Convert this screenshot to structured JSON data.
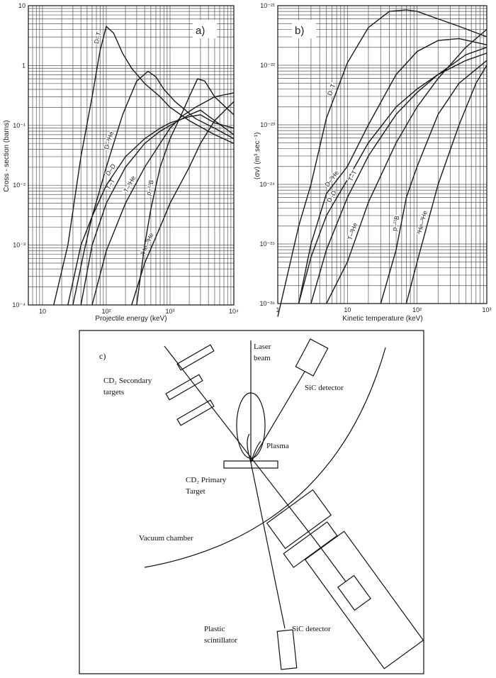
{
  "chart_data": [
    {
      "type": "line",
      "panel_label": "a)",
      "xlabel": "Projectile energy (keV)",
      "ylabel": "Cross - section (barns)",
      "x_scale": "log",
      "y_scale": "log",
      "xlim": [
        6,
        10000
      ],
      "ylim": [
        0.0001,
        10
      ],
      "x_tick_labels": [
        "10",
        "10²",
        "10³",
        "10⁴"
      ],
      "y_tick_labels": [
        "10",
        "1",
        "10⁻¹",
        "10⁻²",
        "10⁻³",
        "10⁻⁴"
      ],
      "grid": true,
      "series": [
        {
          "name": "D–T",
          "x": [
            15,
            25,
            40,
            60,
            80,
            100,
            130,
            180,
            250,
            400,
            700,
            1000,
            2000,
            5000,
            10000
          ],
          "y": [
            0.0001,
            0.001,
            0.03,
            0.3,
            1.8,
            4.5,
            3.5,
            1.6,
            0.9,
            0.5,
            0.3,
            0.2,
            0.12,
            0.07,
            0.05
          ]
        },
        {
          "name": "D–³He",
          "x": [
            30,
            45,
            60,
            100,
            180,
            300,
            450,
            600,
            800,
            1200,
            2500,
            5000,
            10000
          ],
          "y": [
            0.0001,
            0.0008,
            0.003,
            0.02,
            0.15,
            0.55,
            0.8,
            0.65,
            0.4,
            0.25,
            0.13,
            0.09,
            0.06
          ]
        },
        {
          "name": "T–T",
          "x": [
            40,
            60,
            100,
            200,
            400,
            700,
            1000,
            2000,
            3000,
            5000,
            10000
          ],
          "y": [
            0.0001,
            0.001,
            0.005,
            0.02,
            0.05,
            0.08,
            0.1,
            0.15,
            0.18,
            0.12,
            0.07
          ]
        },
        {
          "name": "D–D",
          "x": [
            25,
            40,
            60,
            100,
            200,
            400,
            700,
            1000,
            2000,
            3000,
            5000,
            10000
          ],
          "y": [
            0.0001,
            0.001,
            0.003,
            0.01,
            0.03,
            0.06,
            0.09,
            0.11,
            0.14,
            0.15,
            0.11,
            0.09
          ]
        },
        {
          "name": "T–³He",
          "x": [
            60,
            100,
            200,
            400,
            700,
            1000,
            1500,
            2500,
            5000,
            10000
          ],
          "y": [
            0.0001,
            0.0008,
            0.005,
            0.02,
            0.05,
            0.09,
            0.14,
            0.2,
            0.3,
            0.35
          ]
        },
        {
          "name": "³He–³He",
          "x": [
            250,
            400,
            700,
            1000,
            2000,
            3000,
            5000,
            10000
          ],
          "y": [
            0.0001,
            0.0005,
            0.002,
            0.005,
            0.02,
            0.05,
            0.12,
            0.25
          ]
        },
        {
          "name": "p–¹¹B",
          "x": [
            300,
            400,
            500,
            700,
            1000,
            1500,
            2000,
            2700,
            3500,
            5000,
            10000
          ],
          "y": [
            0.0001,
            0.001,
            0.004,
            0.02,
            0.06,
            0.15,
            0.3,
            0.6,
            0.55,
            0.3,
            0.15
          ]
        }
      ]
    },
    {
      "type": "line",
      "panel_label": "b)",
      "xlabel": "Kinetic temperature (keV)",
      "ylabel": "⟨σv⟩  (m³ sec⁻¹)",
      "x_scale": "log",
      "y_scale": "log",
      "xlim": [
        1,
        1000
      ],
      "ylim": [
        1e-26,
        1e-21
      ],
      "x_tick_labels": [
        "1",
        "10",
        "10²",
        "10³"
      ],
      "y_tick_labels": [
        "10⁻²¹",
        "10⁻²²",
        "10⁻²³",
        "10⁻²⁴",
        "10⁻²⁵",
        "10⁻²⁶"
      ],
      "grid": true,
      "series": [
        {
          "name": "D–T",
          "x": [
            1,
            2,
            3,
            5,
            10,
            20,
            40,
            70,
            100,
            200,
            400,
            1000
          ],
          "y": [
            6e-27,
            2e-25,
            1e-24,
            1.3e-23,
            1.1e-22,
            4.3e-22,
            8e-22,
            8.5e-22,
            8e-22,
            6e-22,
            4.5e-22,
            3e-22
          ]
        },
        {
          "name": "D–³He",
          "x": [
            2,
            3,
            5,
            10,
            20,
            50,
            100,
            200,
            400,
            1000
          ],
          "y": [
            1e-26,
            1e-25,
            7e-25,
            2e-24,
            1e-23,
            7e-23,
            1.7e-22,
            2.6e-22,
            2.8e-22,
            2.2e-22
          ]
        },
        {
          "name": "D–D",
          "x": [
            2,
            3,
            5,
            10,
            20,
            50,
            100,
            200,
            500,
            1000
          ],
          "y": [
            1e-26,
            6e-26,
            3e-25,
            1.2e-24,
            5e-24,
            2e-23,
            4e-23,
            7e-23,
            1.2e-22,
            1.6e-22
          ]
        },
        {
          "name": "T–T",
          "x": [
            3,
            5,
            10,
            20,
            50,
            100,
            200,
            500,
            1000
          ],
          "y": [
            1e-26,
            8e-26,
            6e-25,
            3e-24,
            1.5e-23,
            3.5e-23,
            7e-23,
            1.5e-22,
            2e-22
          ]
        },
        {
          "name": "T–³He",
          "x": [
            5,
            10,
            20,
            50,
            100,
            200,
            500,
            1000
          ],
          "y": [
            1e-26,
            5e-26,
            5e-25,
            5e-24,
            2e-23,
            6e-23,
            2e-22,
            4e-22
          ]
        },
        {
          "name": "p–¹¹B",
          "x": [
            30,
            50,
            70,
            100,
            200,
            400,
            1000
          ],
          "y": [
            1e-26,
            8e-26,
            6e-25,
            2e-24,
            1.5e-23,
            5e-23,
            1.2e-22
          ]
        },
        {
          "name": "³He–³He",
          "x": [
            70,
            100,
            200,
            400,
            700,
            1000
          ],
          "y": [
            1e-26,
            5e-26,
            1e-24,
            1e-23,
            5e-23,
            1e-22
          ]
        }
      ]
    }
  ],
  "diagram_c": {
    "panel_label": "c)",
    "labels": {
      "laser_beam_1": "Laser",
      "laser_beam_2": "beam",
      "sic_detector_top": "SiC detector",
      "cd2_secondary_1": "CD₂ Secondary",
      "cd2_secondary_2": "targets",
      "plasma": "Plasma",
      "cd2_primary_1": "CD₂ Primary",
      "cd2_primary_2": "Target",
      "vacuum_chamber": "Vacuum chamber",
      "sic_detector_bottom": "SiC detector",
      "plastic_1": "Plastic",
      "plastic_2": "scintillator"
    }
  }
}
